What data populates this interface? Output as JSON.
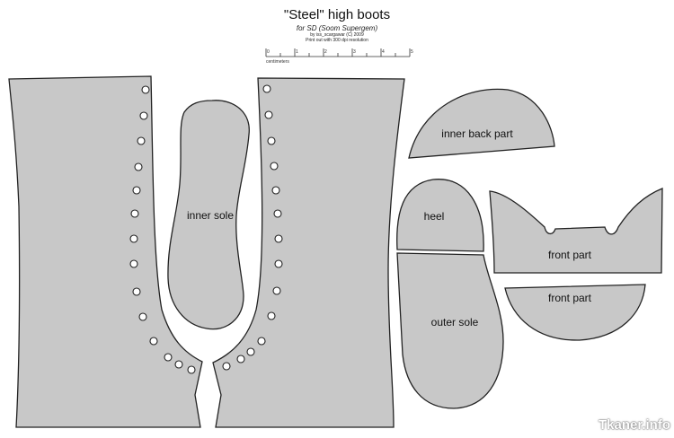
{
  "header": {
    "title": "\"Steel\" high boots",
    "subtitle": "for SD (Soom Supergem)",
    "credit": "by iss_scargawar (C) 2009",
    "print_note": "Print out with 300 dpi resolution"
  },
  "ruler": {
    "ticks": [
      "0",
      "1",
      "2",
      "3",
      "4",
      "5"
    ],
    "unit_label": "centimeters"
  },
  "pieces": {
    "inner_sole": "inner sole",
    "inner_back_part": "inner back part",
    "heel": "heel",
    "outer_sole": "outer sole",
    "front_part_top": "front part",
    "front_part_bottom": "front part"
  },
  "watermark": "Tkaner.info"
}
